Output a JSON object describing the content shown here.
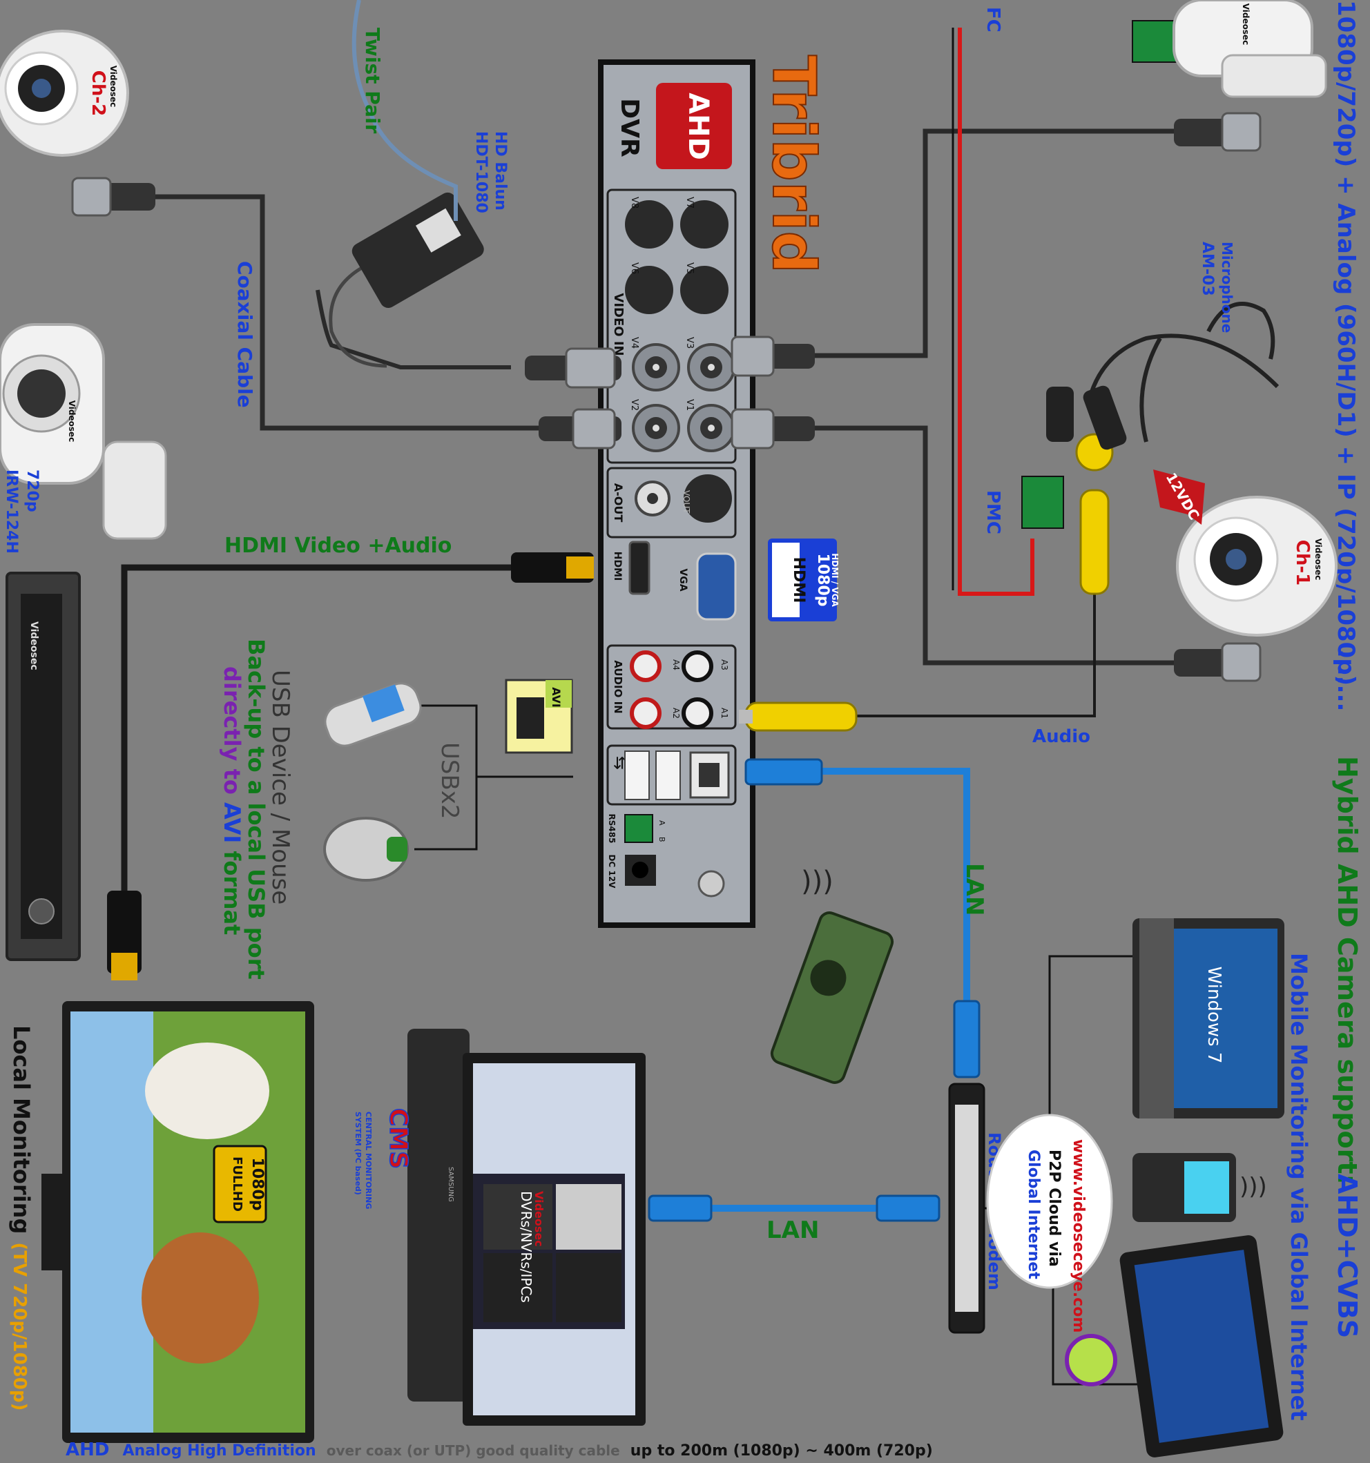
{
  "colors": {
    "background": "#808080",
    "blue_label": "#1a3fd6",
    "green_label": "#0f7a1a",
    "red_label": "#d0101a",
    "orange_brand": "#e86a10",
    "dvr_panel": "#a6abb2",
    "lan_cable": "#1e7fd8",
    "power_red": "#d81818",
    "rca_yellow": "#f0d000"
  },
  "header": {
    "title": "Hybrid AHD Camera support:",
    "title_types": "AHD+CVBS",
    "formats": "1080p/720p) + Analog (960H/D1) + IP (720p/1080p)",
    "ellipsis": "......."
  },
  "dvr": {
    "brand": "Tribrid",
    "ahd_badge": "AHD",
    "type": "DVR",
    "video_in_label": "VIDEO IN",
    "bnc_labels": [
      "V8",
      "V7",
      "V6",
      "V5",
      "V4",
      "V3",
      "V2",
      "V1"
    ],
    "aout_label": "A-OUT",
    "vout_label": "VOUT",
    "hdmi_port_label": "HDMI",
    "vga_port_label": "VGA",
    "audio_in_label": "AUDIO IN",
    "audio_labels": [
      "A4",
      "A3",
      "A2",
      "A1"
    ],
    "rs485_label": "RS485",
    "dc_label": "DC 12V",
    "rs485_pins": [
      "A",
      "B"
    ]
  },
  "hdmi_badge": {
    "hdmi": "HDMI",
    "res": "1080p",
    "sub": "HDMI / VGA"
  },
  "cameras": [
    {
      "brand": "Videosec",
      "ch": "Ch-2"
    },
    {
      "brand": "Videosec",
      "model": "IRW-124H",
      "res": "720p"
    },
    {
      "brand": "Videosec",
      "ch": "Ch-1"
    },
    {
      "brand": "Videosec"
    }
  ],
  "labels": {
    "twist_pair": "Twist Pair",
    "hd_balun": "HD Balun",
    "balun_model": "HDT-1080",
    "coaxial": "Coaxial Cable",
    "hdmi_video_audio": "HDMI Video +Audio",
    "fc": "FC",
    "pmc": "PMC",
    "microphone": "Microphone",
    "mic_model": "AM-03",
    "vdc": "12VDC",
    "audio": "Audio",
    "lan_1": "LAN",
    "lan_2": "LAN",
    "usbx2": "USBx2",
    "avi": "AVI",
    "router": "Router",
    "modem": "Modem",
    "mobile_monitoring": "Mobile Monitoring via Global Internet",
    "cloud_url": "www.videoseceye.com",
    "cloud_1": "P2P Cloud via",
    "cloud_2": "Global Internet",
    "windows": "Windows 7",
    "local_monitoring": "Local Monitoring",
    "tv_res": "(TV 720p/1080p)",
    "fullhd_1": "FULLHD",
    "fullhd_2": "1080p",
    "cms": "CMS",
    "cms_sub_1": "CENTRAL MONITORING",
    "cms_sub_2": "SYSTEM (PC based)",
    "cms_screen": "DVRs/NVRs/IPCs",
    "cms_brand": "Videosec",
    "laptop_brand": "SAMSUNG",
    "dvr_front_brand": "Videosec",
    "usb_device_1": "USB Device / Mouse",
    "usb_device_2": "Back-up to a local USB port",
    "usb_device_3a": "directly to ",
    "usb_device_3b": "AVI",
    "usb_device_3c": " format"
  },
  "footer": {
    "ahd": "AHD",
    "desc": "Analog High Definition",
    "cable": "over coax (or UTP) good quality cable",
    "distance": "up to 200m (1080p) ~ 400m (720p)"
  }
}
